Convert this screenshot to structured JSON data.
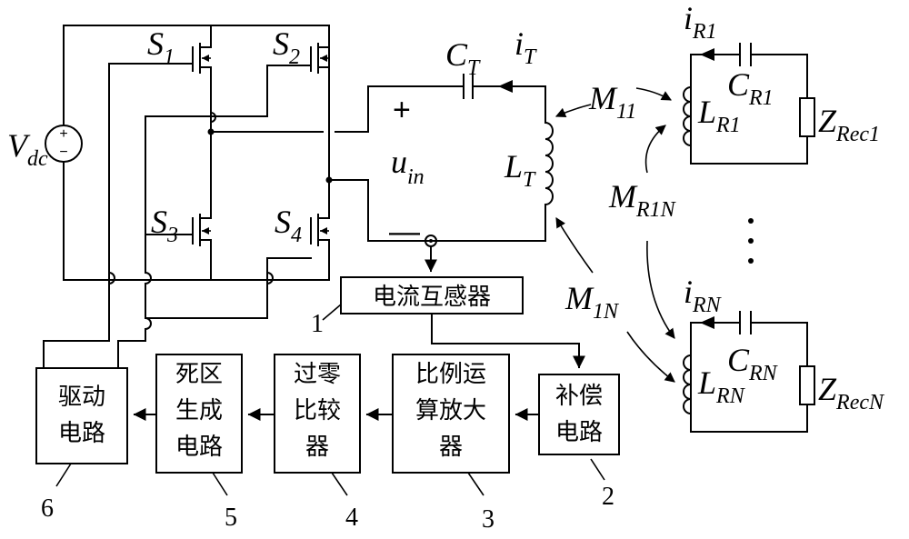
{
  "blocks": {
    "current_transformer": "电流互感器",
    "compensation": [
      "补偿",
      "电路"
    ],
    "prop_amp": [
      "比例运",
      "算放大",
      "器"
    ],
    "zero_cross": [
      "过零",
      "比较",
      "器"
    ],
    "deadtime": [
      "死区",
      "生成",
      "电路"
    ],
    "driver": [
      "驱动",
      "电路"
    ]
  },
  "block_numbers": [
    "1",
    "2",
    "3",
    "4",
    "5",
    "6"
  ],
  "labels": {
    "vdc": {
      "main": "V",
      "sub": "dc"
    },
    "s1": {
      "main": "S",
      "sub": "1"
    },
    "s2": {
      "main": "S",
      "sub": "2"
    },
    "s3": {
      "main": "S",
      "sub": "3"
    },
    "s4": {
      "main": "S",
      "sub": "4"
    },
    "ct": {
      "main": "C",
      "sub": "T"
    },
    "it": {
      "main": "i",
      "sub": "T"
    },
    "lt": {
      "main": "L",
      "sub": "T"
    },
    "uin": {
      "main": "u",
      "sub": "in"
    },
    "plus": "+",
    "minus": "—",
    "m11": {
      "main": "M",
      "sub": "11"
    },
    "mr1n": {
      "main": "M",
      "sub": "R1N"
    },
    "m1n": {
      "main": "M",
      "sub": "1N"
    },
    "ir1": {
      "main": "i",
      "sub": "R1"
    },
    "cr1": {
      "main": "C",
      "sub": "R1"
    },
    "lr1": {
      "main": "L",
      "sub": "R1"
    },
    "zrec1": {
      "main": "Z",
      "sub": "Rec1"
    },
    "irn": {
      "main": "i",
      "sub": "RN"
    },
    "crn": {
      "main": "C",
      "sub": "RN"
    },
    "lrn": {
      "main": "L",
      "sub": "RN"
    },
    "zrecn": {
      "main": "Z",
      "sub": "RecN"
    }
  }
}
